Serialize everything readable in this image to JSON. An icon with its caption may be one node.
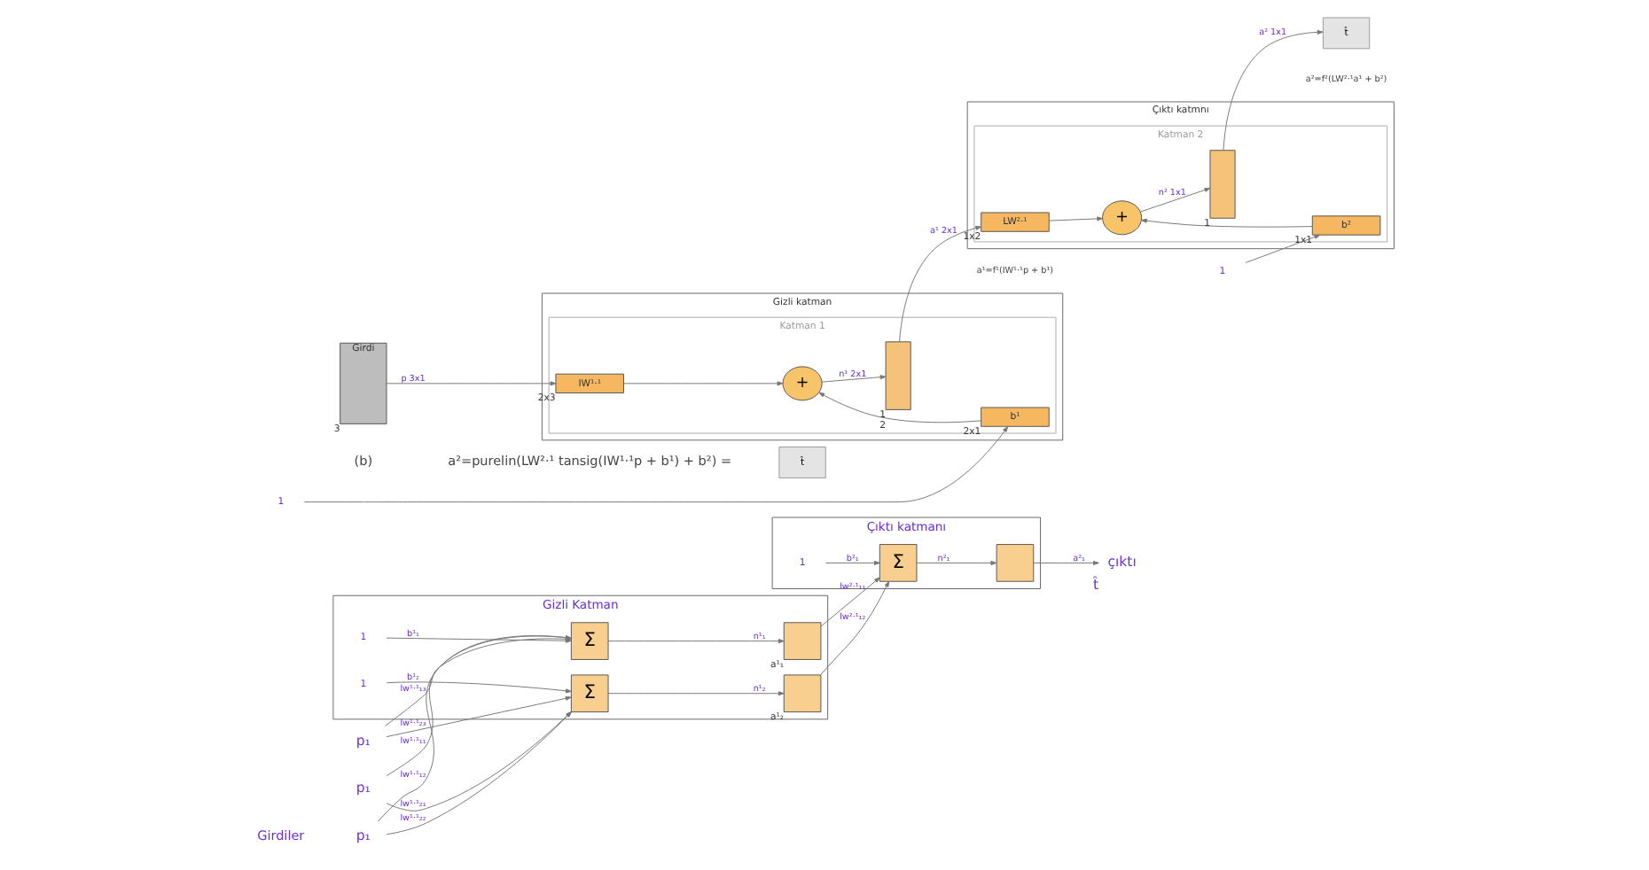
{
  "diagram": {
    "nodes": [
      {
        "text": [
          "Gizli Katman"
        ]
      },
      {
        "text": [
          "Çıktı katmanı"
        ]
      },
      {
        "text": [
          "p₁"
        ]
      },
      {
        "text": [
          "p₁"
        ]
      },
      {
        "text": [
          "p₁"
        ]
      },
      {
        "text": [
          "Σ"
        ],
        "in": 0
      },
      {
        "text": [
          "1"
        ],
        "in": 0
      },
      {
        "text": [
          "Σ"
        ],
        "in": 0
      },
      {
        "text": [
          "1"
        ],
        "in": 0
      },
      {
        "text": [],
        "shape": "box",
        "in": 0,
        "beside": [
          "a¹₁"
        ]
      },
      {
        "text": [],
        "shape": "box",
        "in": 0,
        "beside": [
          "a¹₂"
        ]
      },
      {
        "text": [
          "Σ"
        ],
        "in": 1
      },
      {
        "text": [
          "1"
        ],
        "in": 1
      },
      {
        "text": [],
        "shape": "box",
        "in": 1
      },
      {
        "text": [
          "çıktı"
        ],
        "beside": [
          "t̂"
        ]
      },
      {
        "text": [
          "Gizli katman"
        ]
      },
      {
        "text": [
          "Katman 1"
        ],
        "in": 15
      },
      {
        "text": [
          "Çıktı katmnı"
        ]
      },
      {
        "text": [
          "Katman 2"
        ],
        "in": 17
      },
      {
        "text": [
          "Girdi"
        ],
        "beside": [
          "3"
        ]
      },
      {
        "text": [
          "1"
        ]
      },
      {
        "text": [
          "IW¹·¹"
        ],
        "in": 16,
        "beside": [
          "2x3"
        ]
      },
      {
        "text": [
          "b¹"
        ],
        "in": 16,
        "beside": [
          "2x1"
        ]
      },
      {
        "text": [
          "+"
        ],
        "in": 16
      },
      {
        "text": [],
        "shape": "box",
        "in": 16,
        "beside": [
          "1",
          "2"
        ]
      },
      {
        "text": [
          "1"
        ]
      },
      {
        "text": [
          "LW²·¹"
        ],
        "in": 18,
        "beside": [
          "1x2"
        ]
      },
      {
        "text": [
          "b²"
        ],
        "in": 18,
        "beside": [
          "1x1"
        ]
      },
      {
        "text": [
          "+"
        ],
        "in": 18
      },
      {
        "text": [],
        "shape": "box",
        "in": 18,
        "beside": [
          "1"
        ]
      },
      {
        "text": [
          "t̂"
        ]
      },
      {
        "text": [
          "t̂"
        ]
      }
    ],
    "edges": [
      {
        "from": 2,
        "to": 5,
        "arrow": "to",
        "label": "lw¹·¹₁₁"
      },
      {
        "from": 2,
        "to": 7,
        "arrow": "to",
        "label": "lw¹·¹₂₁"
      },
      {
        "from": 3,
        "to": 5,
        "arrow": "to",
        "label": "lw¹·¹₁₂"
      },
      {
        "from": 3,
        "to": 7,
        "arrow": "to",
        "label": "lw¹·¹₂₂"
      },
      {
        "from": 4,
        "to": 5,
        "arrow": "to",
        "label": "lw¹·¹₁₃"
      },
      {
        "from": 4,
        "to": 7,
        "arrow": "to",
        "label": "lw¹·¹₂₃"
      },
      {
        "from": 6,
        "to": 5,
        "arrow": "to",
        "label": "b¹₁"
      },
      {
        "from": 8,
        "to": 7,
        "arrow": "to",
        "label": "b¹₂"
      },
      {
        "from": 5,
        "to": 9,
        "arrow": "to",
        "label": "n¹₁"
      },
      {
        "from": 7,
        "to": 10,
        "arrow": "to",
        "label": "n¹₂"
      },
      {
        "from": 9,
        "to": 11,
        "arrow": "to",
        "label": "lw²·¹₁₁"
      },
      {
        "from": 10,
        "to": 11,
        "arrow": "to",
        "label": "lw²·¹₁₂"
      },
      {
        "from": 12,
        "to": 11,
        "arrow": "to",
        "label": "b²₁"
      },
      {
        "from": 11,
        "to": 13,
        "arrow": "to",
        "label": "n²₁"
      },
      {
        "from": 13,
        "to": 14,
        "arrow": "to",
        "label": "a²₁"
      },
      {
        "from": 19,
        "to": 21,
        "arrow": "to",
        "label": "p 3x1"
      },
      {
        "from": 20,
        "to": 22,
        "arrow": "to"
      },
      {
        "from": 21,
        "to": 23,
        "arrow": "to"
      },
      {
        "from": 22,
        "to": 23,
        "arrow": "to"
      },
      {
        "from": 23,
        "to": 24,
        "arrow": "to",
        "label": "n¹ 2x1"
      },
      {
        "from": 24,
        "to": 26,
        "arrow": "to",
        "label": "a¹ 2x1"
      },
      {
        "from": 25,
        "to": 27,
        "arrow": "to"
      },
      {
        "from": 26,
        "to": 28,
        "arrow": "to"
      },
      {
        "from": 27,
        "to": 28,
        "arrow": "to"
      },
      {
        "from": 28,
        "to": 29,
        "arrow": "to",
        "label": "n² 1x1"
      },
      {
        "from": 29,
        "to": 30,
        "arrow": "to",
        "label": "a² 1x1"
      }
    ],
    "labels": [
      "Girdiler",
      "a¹=f¹(IW¹·¹p + b¹)",
      "a²=f²(LW²·¹a¹ + b²)",
      "a²=purelin(LW²·¹ tansig(IW¹·¹p + b¹) + b²) =",
      "(b)"
    ]
  }
}
